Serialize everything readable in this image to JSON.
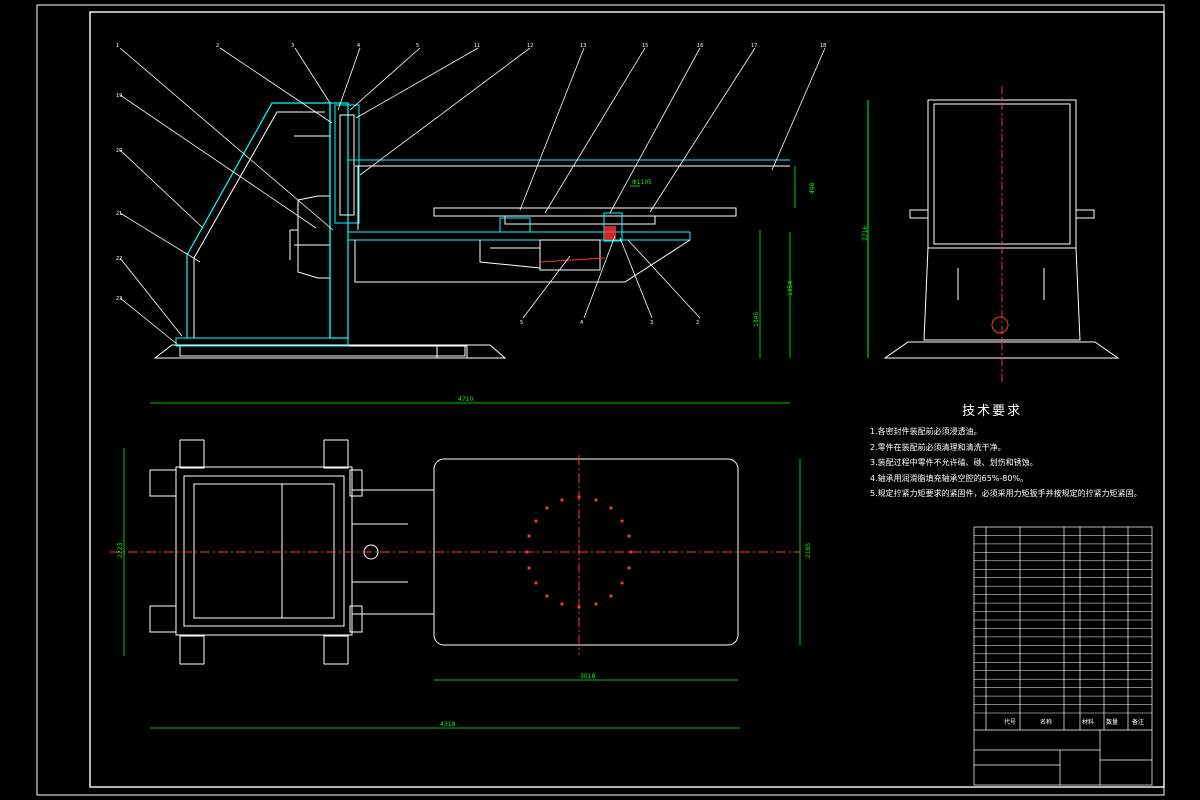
{
  "drawing": {
    "title": "技术要求",
    "notes": [
      "1.各密封件装配前必须浸透油。",
      "2.零件在装配前必须清理和清洗干净。",
      "3.装配过程中零件不允许磕、碰、划伤和锈蚀。",
      "4.轴承用润滑脂填充轴承空腔的65%-80%。",
      "5.规定拧紧力矩要求的紧固件，必须采用力矩扳手并按规定的拧紧力矩紧固。"
    ],
    "dimensions": {
      "width_top": "4710",
      "width_bottom": "4318",
      "table_length": "3018",
      "height_total": "1345",
      "height_mid": "1354",
      "height_table": "498",
      "right_height": "2716",
      "left_depth": "2223",
      "right_depth": "2185",
      "clearance": "Φ1105"
    },
    "callouts": [
      "1",
      "2",
      "3",
      "4",
      "5",
      "11",
      "12",
      "13",
      "15",
      "16",
      "17",
      "18",
      "19",
      "20",
      "21",
      "22",
      "23"
    ],
    "bom_header": {
      "code": "代号",
      "name": "名称",
      "material": "材料",
      "qty": "数量",
      "remark": "备注"
    },
    "colors": {
      "outline": "#ffffff",
      "leader": "#ffffff",
      "section": "#00ffff",
      "dimension": "#00ff00",
      "center": "#ff3333",
      "accent": "#ff4040"
    }
  }
}
